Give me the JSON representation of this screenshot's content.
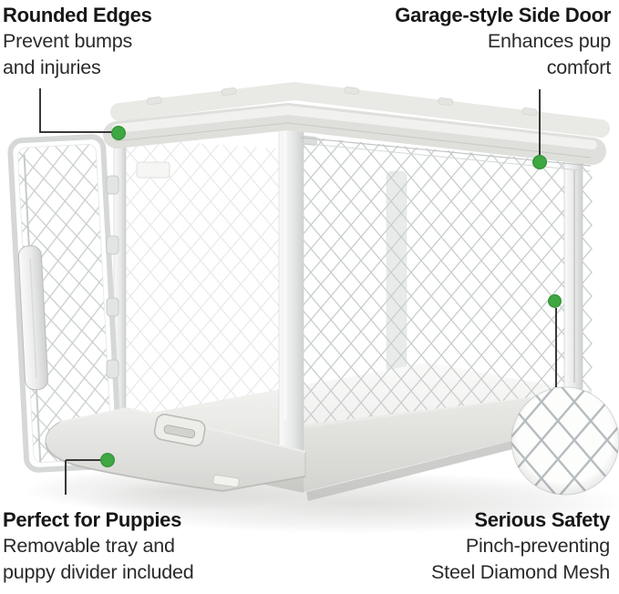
{
  "callouts": {
    "rounded_edges": {
      "title": "Rounded Edges",
      "line1": "Prevent bumps",
      "line2": "and injuries"
    },
    "side_door": {
      "title": "Garage-style Side Door",
      "line1": "Enhances pup",
      "line2": "comfort"
    },
    "puppies": {
      "title": "Perfect for Puppies",
      "line1": "Removable tray and",
      "line2": "puppy divider included"
    },
    "safety": {
      "title": "Serious Safety",
      "line1": "Pinch-preventing",
      "line2": "Steel Diamond Mesh"
    }
  },
  "colors": {
    "accent_green": "#3ea742",
    "connector": "#383838",
    "heading_text": "#171717",
    "body_text": "#2a2a2a",
    "crate_plastic": "#e2e2df",
    "mesh_line": "#c9ced0"
  }
}
